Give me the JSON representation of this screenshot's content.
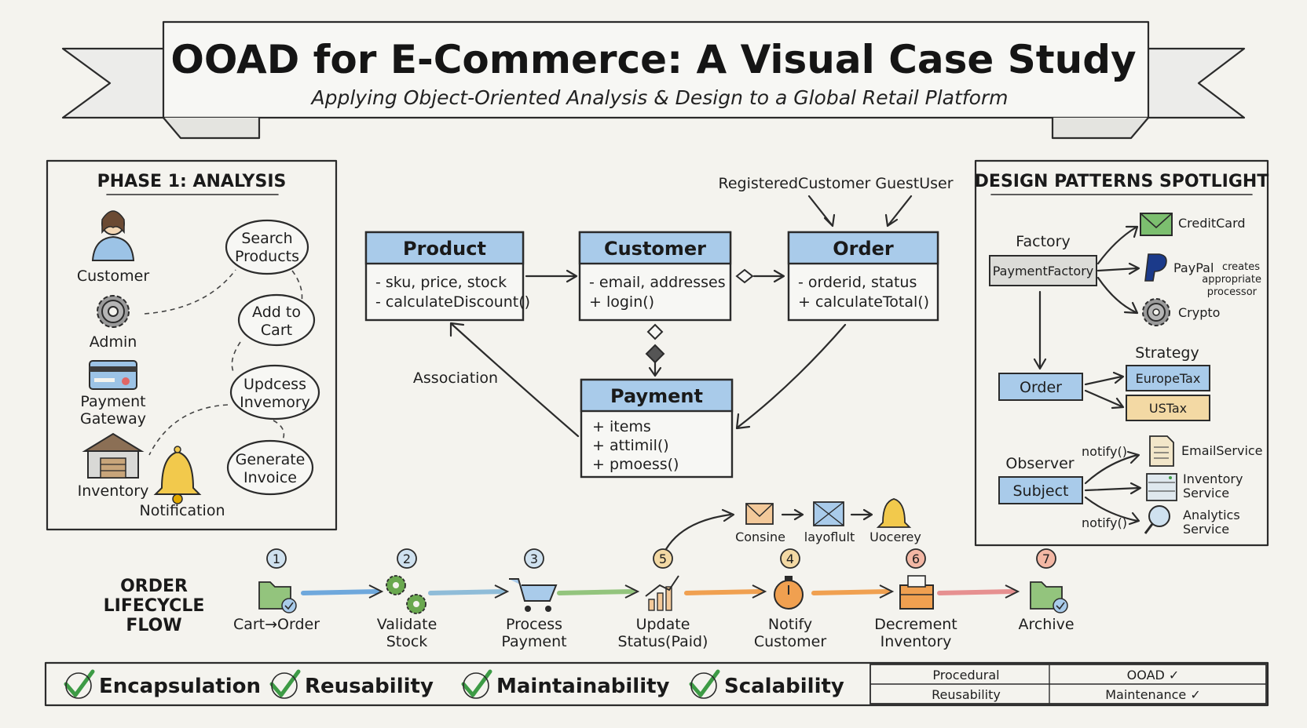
{
  "header": {
    "title": "OOAD for E-Commerce: A Visual Case Study",
    "subtitle": "Applying Object-Oriented Analysis & Design to a Global Retail Platform"
  },
  "analysis": {
    "heading": "PHASE 1: ANALYSIS",
    "actors": [
      {
        "label": "Customer",
        "icon": "person-icon"
      },
      {
        "label": "Admin",
        "icon": "gear-icon"
      },
      {
        "label": "Payment",
        "label2": "Gateway",
        "icon": "card-icon"
      },
      {
        "label": "Inventory",
        "icon": "warehouse-icon"
      },
      {
        "label": "Notification",
        "icon": "bell-icon"
      }
    ],
    "use_cases": [
      {
        "line1": "Search",
        "line2": "Products"
      },
      {
        "line1": "Add to",
        "line2": "Cart"
      },
      {
        "line1": "Updcess",
        "line2": "Invemory"
      },
      {
        "line1": "Generate",
        "line2": "Invoice"
      }
    ]
  },
  "class_diagram": {
    "subclasses_label": "RegisteredCustomer  GuestUser",
    "association_label": "Association",
    "classes": [
      {
        "name": "Product",
        "attrs": [
          "- sku, price, stock",
          "- calculateDiscount()"
        ]
      },
      {
        "name": "Customer",
        "attrs": [
          "- email, addresses",
          "+ login()"
        ]
      },
      {
        "name": "Order",
        "attrs": [
          "- orderid, status",
          "+ calculateTotal()"
        ]
      },
      {
        "name": "Payment",
        "attrs": [
          "+ items",
          "+ attimil()",
          "+ pmoess()"
        ]
      }
    ]
  },
  "patterns": {
    "heading": "DESIGN PATTERNS SPOTLIGHT",
    "factory": {
      "label": "Factory",
      "box": "PaymentFactory",
      "products": [
        "CreditCard",
        "PayPal",
        "Crypto"
      ],
      "note": [
        "creates",
        "appropriate",
        "processor"
      ]
    },
    "strategy": {
      "label": "Strategy",
      "context": "Order",
      "options": [
        "EuropeTax",
        "USTax"
      ]
    },
    "observer": {
      "label": "Observer",
      "subject": "Subject",
      "notify": "notify()",
      "listeners": [
        {
          "line1": "EmailService",
          "line2": ""
        },
        {
          "line1": "Inventory",
          "line2": "Service"
        },
        {
          "line1": "Analytics",
          "line2": "Service"
        }
      ]
    }
  },
  "lifecycle": {
    "heading": [
      "ORDER",
      "LIFECYCLE",
      "FLOW"
    ],
    "side_branch": [
      "Consine",
      "layoflult",
      "Uocerey"
    ],
    "steps": [
      {
        "num": "1",
        "line1": "Cart→Order",
        "line2": "",
        "color": "#6fa8dc"
      },
      {
        "num": "2",
        "line1": "Validate",
        "line2": "Stock",
        "color": "#8fbcd8"
      },
      {
        "num": "3",
        "line1": "Process",
        "line2": "Payment",
        "color": "#93c47d"
      },
      {
        "num": "5",
        "line1": "Update",
        "line2": "Status(Paid)",
        "color": "#f0a050"
      },
      {
        "num": "4",
        "line1": "Notify",
        "line2": "Customer",
        "color": "#f0a050"
      },
      {
        "num": "6",
        "line1": "Decrement",
        "line2": "Inventory",
        "color": "#e69090"
      },
      {
        "num": "7",
        "line1": "Archive",
        "line2": "",
        "color": "#e06666"
      }
    ]
  },
  "benefits": {
    "items": [
      "Encapsulation",
      "Reusability",
      "Maintainability",
      "Scalability"
    ],
    "table": [
      [
        "Procedural",
        "OOAD ✓"
      ],
      [
        "Reusability",
        "Maintenance ✓"
      ]
    ]
  },
  "colors": {
    "class_header": "#a9cbea",
    "tax_eu": "#a9cbea",
    "tax_us": "#f3d9a4",
    "check_green": "#3d9b45"
  }
}
